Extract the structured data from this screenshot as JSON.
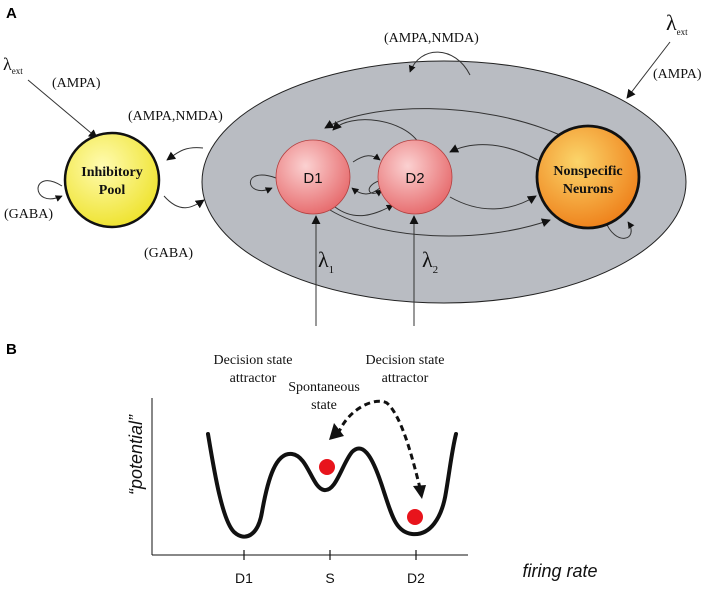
{
  "panel_a": {
    "letter": "A",
    "nodes": {
      "inhibitory_line1": "Inhibitory",
      "inhibitory_line2": "Pool",
      "d1": "D1",
      "d2": "D2",
      "nonspecific_line1": "Nonspecific",
      "nonspecific_line2": "Neurons"
    },
    "labels": {
      "lambda_ext_left": "λ",
      "lambda_ext_left_sub": "ext",
      "ampa_left": "(AMPA)",
      "ampa_nmda_left": "(AMPA,NMDA)",
      "gaba_left": "(GABA)",
      "gaba_bottom": "(GABA)",
      "ampa_nmda_top": "(AMPA,NMDA)",
      "lambda_ext_right": "λ",
      "lambda_ext_right_sub": "ext",
      "ampa_right": "(AMPA)",
      "lambda_1": "λ",
      "lambda_1_sub": "1",
      "lambda_2": "λ",
      "lambda_2_sub": "2"
    },
    "colors": {
      "ellipse_fill": "#b9bcc2",
      "inhibitory_fill": "#f2ec33",
      "decision_fill": "#ef7f7f",
      "nonspecific_fill": "#f0a02a"
    }
  },
  "panel_b": {
    "letter": "B",
    "labels": {
      "attractor_left_line1": "Decision state",
      "attractor_left_line2": "attractor",
      "spontaneous_line1": "Spontaneous",
      "spontaneous_line2": "state",
      "attractor_right_line1": "Decision state",
      "attractor_right_line2": "attractor"
    },
    "y_label": "“potential”",
    "x_label": "firing rate",
    "ticks": [
      "D1",
      "S",
      "D2"
    ],
    "colors": {
      "ball": "#e8141c"
    }
  }
}
